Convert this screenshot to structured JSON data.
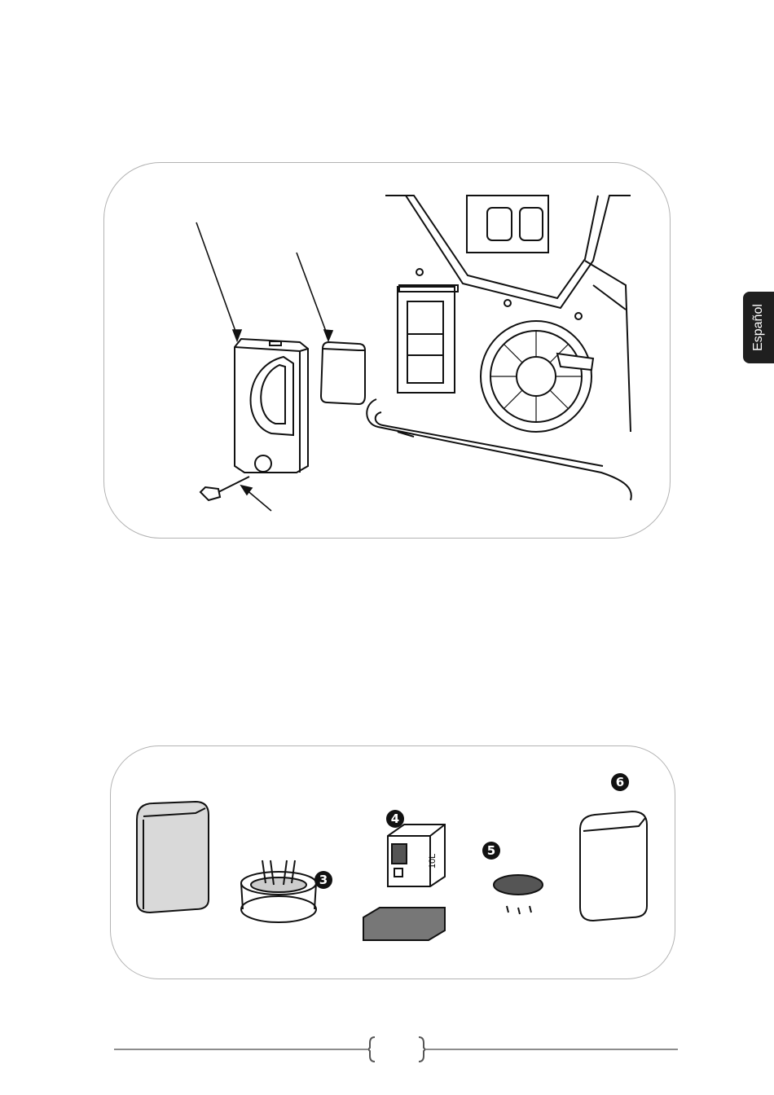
{
  "side_tab": {
    "label": "Español"
  },
  "figure_2": {
    "steps": [
      {
        "number": "3"
      },
      {
        "number": "4",
        "container_label": "10L"
      },
      {
        "number": "5"
      },
      {
        "number": "6"
      }
    ]
  },
  "footer": {
    "page_number": ""
  }
}
